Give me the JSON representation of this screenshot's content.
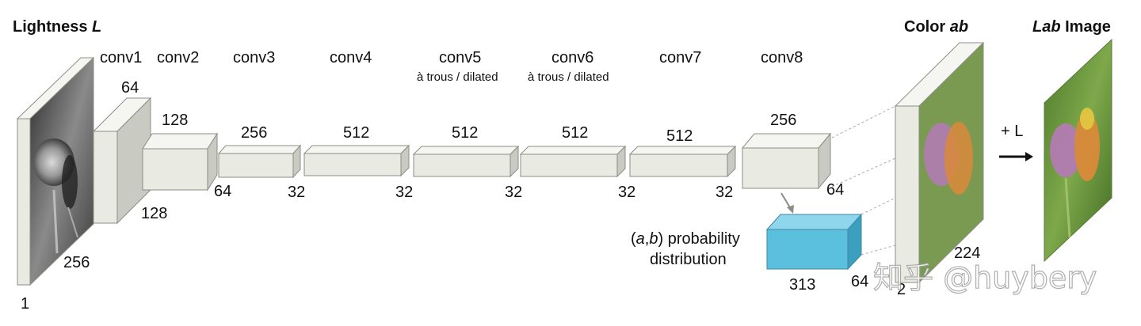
{
  "input": {
    "title_prefix": "Lightness ",
    "title_var": "L",
    "size_label": "256",
    "channel_label": "1"
  },
  "output_ab": {
    "title_prefix": "Color ",
    "title_var": "ab",
    "size_label": "224",
    "channel_label": "2"
  },
  "output_lab": {
    "title_var": "Lab",
    "title_suffix": " Image",
    "op_label": "+ L"
  },
  "layers": [
    {
      "name": "conv1",
      "channels": "64",
      "spatial": "128"
    },
    {
      "name": "conv2",
      "channels": "128",
      "spatial": "64"
    },
    {
      "name": "conv3",
      "channels": "256",
      "spatial": "32"
    },
    {
      "name": "conv4",
      "channels": "512",
      "spatial": "32"
    },
    {
      "name": "conv5",
      "sub": "à trous / dilated",
      "channels": "512",
      "spatial": "32"
    },
    {
      "name": "conv6",
      "sub": "à trous / dilated",
      "channels": "512",
      "spatial": "32"
    },
    {
      "name": "conv7",
      "channels": "512",
      "spatial": "32"
    },
    {
      "name": "conv8",
      "channels": "256",
      "spatial": "64"
    }
  ],
  "prob": {
    "line1_open": "(",
    "a": "a",
    "comma": ",",
    "b": "b",
    "line1_close": ") probability",
    "line2": "distribution",
    "bins": "313",
    "spatial": "64"
  },
  "watermark": "知乎 @huybery",
  "colors": {
    "block_front": "#e9ebe3",
    "block_top": "#f5f6f1",
    "block_side": "#c9cbc2",
    "edge": "#8c8e86",
    "prob_front": "#5bc0de",
    "prob_top": "#8fd6ec",
    "prob_side": "#3b9fbd",
    "ab_green": "#7a9a52",
    "ab_purple": "#b57ab8",
    "ab_orange": "#d98a3a"
  }
}
